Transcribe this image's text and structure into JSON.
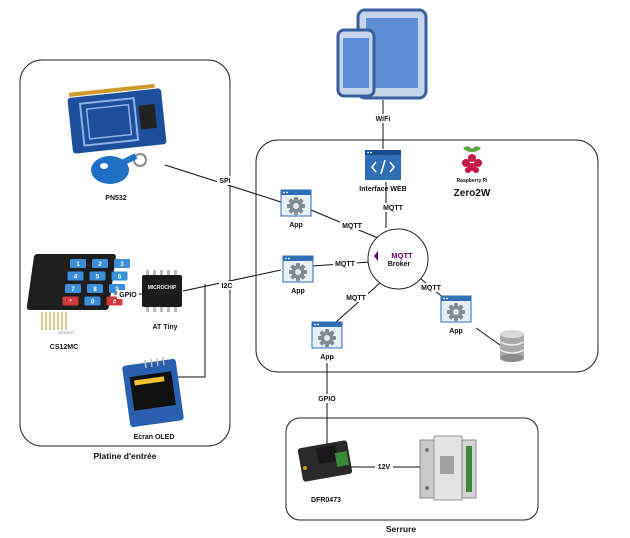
{
  "groups": {
    "entry_platform": "Platine d'entrée",
    "lock": "Serrure"
  },
  "devices": {
    "pn532": "PN532",
    "keypad": "CS12MC",
    "keypad_brand": "DEVBOT",
    "attiny": "AT Tiny",
    "attiny_chip_brand": "MICROCHIP",
    "oled": "Ecran OLED",
    "relay": "DFR0473",
    "keypad_keys": [
      "1",
      "2",
      "3",
      "4",
      "5",
      "6",
      "7",
      "8",
      "9",
      "*",
      "0",
      "#"
    ]
  },
  "server": {
    "board_brand": "Raspberry Pi",
    "board_name": "Zero2W",
    "web_interface": "Interface WEB",
    "broker_logo": "MQTT",
    "broker": "Broker"
  },
  "apps": {
    "app_nfc": "App",
    "app_i2c": "App",
    "app_gpio": "App",
    "app_db": "App"
  },
  "links": {
    "wifi": "WiFi",
    "spi": "SPI",
    "gpio_keypad": "GPIO",
    "i2c": "I2C",
    "mqtt_web": "MQTT",
    "mqtt_app1": "MQTT",
    "mqtt_app2": "MQTT",
    "mqtt_app3": "MQTT",
    "mqtt_app4": "MQTT",
    "gpio_lock": "GPIO",
    "v12": "12V"
  },
  "colors": {
    "device_blue": "#5b8fd6",
    "device_dark": "#3b5f9e",
    "app_header": "#2f6fb6",
    "pcb_blue": "#1b4f9c",
    "tag_blue": "#1f6fc4",
    "raspberry_red": "#c51a4a",
    "relay_green": "#3b8a3a"
  },
  "icons": {
    "devices": "mobile-tablet-icon",
    "web": "code-window-icon",
    "app": "gear-window-icon",
    "db": "database-icon",
    "board": "raspberry-pi-icon"
  }
}
